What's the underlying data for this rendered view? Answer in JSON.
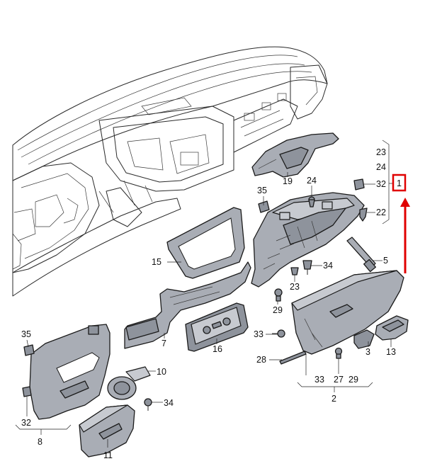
{
  "callouts": {
    "c19": "19",
    "c23_top": "23",
    "c24_right": "24",
    "c32_right": "32",
    "c1": "1",
    "c22": "22",
    "c24_mid": "24",
    "c35_mid": "35",
    "c5": "5",
    "c15": "15",
    "c34_mid": "34",
    "c23_mid": "23",
    "c29_mid": "29",
    "c7": "7",
    "c16": "16",
    "c33_side": "33",
    "c3": "3",
    "c13": "13",
    "c28": "28",
    "c27": "27",
    "c33_bottom": "33",
    "c29_bottom": "29",
    "c2": "2",
    "c35_left": "35",
    "c10": "10",
    "c34_left": "34",
    "c32_left": "32",
    "c8": "8",
    "c11": "11"
  },
  "colors": {
    "part_fill": "#a9adb5",
    "outline": "#1a1a1a",
    "highlight": "#e00000"
  }
}
